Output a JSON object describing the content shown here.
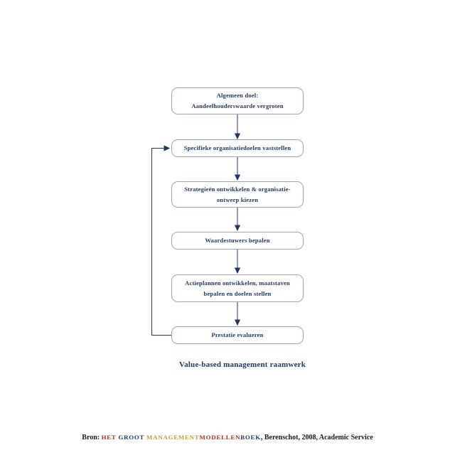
{
  "diagram": {
    "type": "flowchart",
    "boxes": [
      {
        "name": "algemeen-doel",
        "lines": [
          "Algemeen doel:",
          "Aandeelhouderswaarde vergroten"
        ]
      },
      {
        "name": "specifieke-organisatiedoelen",
        "lines": [
          "Specifieke organisatiedoelen vaststellen"
        ]
      },
      {
        "name": "strategieen-ontwikkelen",
        "lines": [
          "Strategieën ontwikkelen & organisatie-",
          "ontwerp kiezen"
        ]
      },
      {
        "name": "waardestuwers-bepalen",
        "lines": [
          "Waardestuwers bepalen"
        ]
      },
      {
        "name": "actieplannen-ontwikkelen",
        "lines": [
          "Actieplannen ontwikkelen, maatstaven",
          "bepalen en doelen stellen"
        ]
      },
      {
        "name": "prestatie-evalueren",
        "lines": [
          "Prestatie evalueren"
        ]
      }
    ],
    "connections": [
      "algemeen-doel -> specifieke-organisatiedoelen",
      "specifieke-organisatiedoelen -> strategieen-ontwikkelen",
      "strategieen-ontwikkelen -> waardestuwers-bepalen",
      "waardestuwers-bepalen -> actieplannen-ontwikkelen",
      "actieplannen-ontwikkelen -> prestatie-evalueren",
      "prestatie-evalueren -> specifieke-organisatiedoelen (feedback loop, left side)"
    ],
    "caption": "Value-based management raamwerk",
    "colors": {
      "box_border": "#9aa7ba",
      "box_text": "#1f3864",
      "arrow": "#1f3864",
      "caption_text": "#1f3864"
    }
  },
  "footer": {
    "segments": [
      {
        "text": "Bron: ",
        "color": "#1a1a1a",
        "caps": false
      },
      {
        "text": "HET ",
        "color": "#c0281e",
        "caps": true
      },
      {
        "text": "GROOT ",
        "color": "#1f3864",
        "caps": true
      },
      {
        "text": "MANAGEMENT",
        "color": "#c8992e",
        "caps": true
      },
      {
        "text": "MODELLEN",
        "color": "#c0281e",
        "caps": true
      },
      {
        "text": "BOEK",
        "color": "#1f3864",
        "caps": true
      },
      {
        "text": ", Berenschot, 2008, Academic Service",
        "color": "#1a1a1a",
        "caps": false
      }
    ]
  }
}
